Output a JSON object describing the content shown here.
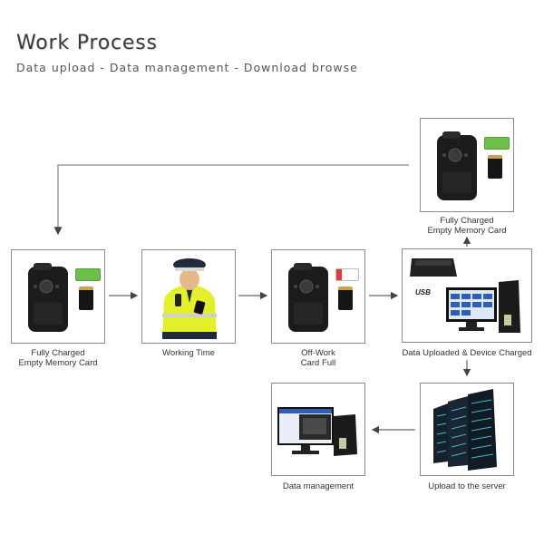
{
  "header": {
    "title": "Work Process",
    "subtitle": "Data upload - Data management - Download browse"
  },
  "steps": [
    {
      "id": "start",
      "caption_line1": "Fully Charged",
      "caption_line2": "Empty Memory Card",
      "battery": "full"
    },
    {
      "id": "working",
      "caption_line1": "Working Time",
      "caption_line2": ""
    },
    {
      "id": "offwork",
      "caption_line1": "Off-Work",
      "caption_line2": "Card Full",
      "battery": "low"
    },
    {
      "id": "upload",
      "caption_line1": "Data Uploaded & Device Charged",
      "caption_line2": "",
      "usb_label": "USB"
    },
    {
      "id": "recharged",
      "caption_line1": "Fully Charged",
      "caption_line2": "Empty Memory Card",
      "battery": "full"
    },
    {
      "id": "server",
      "caption_line1": "Upload to the server",
      "caption_line2": ""
    },
    {
      "id": "management",
      "caption_line1": "Data management",
      "caption_line2": ""
    }
  ],
  "colors": {
    "border": "#8c8c8c",
    "arrow": "#555555",
    "battery_full": "#6cc04a",
    "battery_low": "#e23b3b",
    "vest": "#e3ef2a",
    "screen": "#2d5fb5"
  }
}
